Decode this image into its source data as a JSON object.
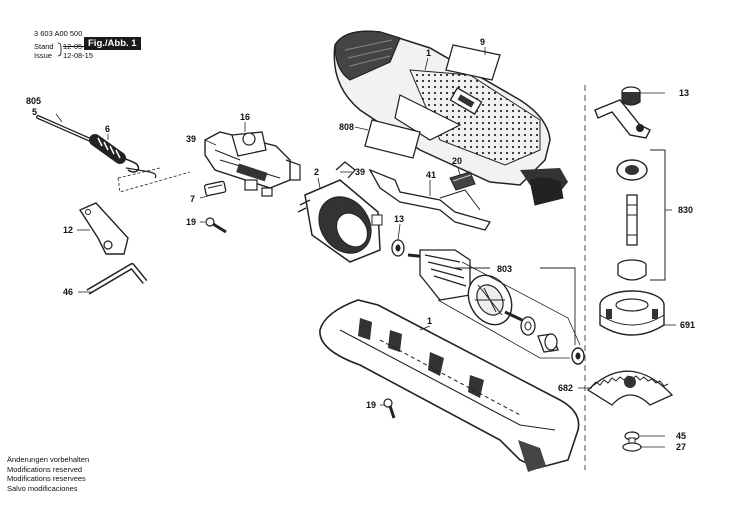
{
  "header": {
    "part_number": "3 603 A00 500",
    "stand_label": "Stand",
    "issue_label": "Issue",
    "stand_date": "12-05-02",
    "issue_date": "12-08-15",
    "figure_label": "Fig./Abb. 1"
  },
  "modifications": [
    "Änderungen vorbehalten",
    "Modifications reserved",
    "Modifications reservees",
    "Salvo modificaciones"
  ],
  "part_labels": {
    "p805": "805",
    "p5": "5",
    "p6": "6",
    "p12": "12",
    "p46": "46",
    "p39a": "39",
    "p16": "16",
    "p7": "7",
    "p19a": "19",
    "p808": "808",
    "p9": "9",
    "p1a": "1",
    "p2": "2",
    "p39b": "39",
    "p20": "20",
    "p41": "41",
    "p13a": "13",
    "p803": "803",
    "p1b": "1",
    "p19b": "19",
    "p13b": "13",
    "p830": "830",
    "p691": "691",
    "p682": "682",
    "p45": "45",
    "p27": "27"
  }
}
